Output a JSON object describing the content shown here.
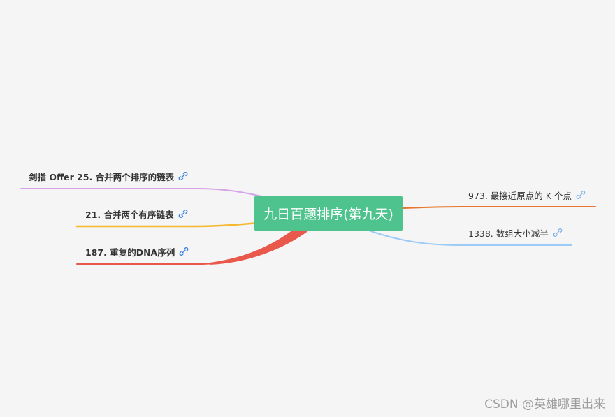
{
  "root": {
    "label": "九日百题排序(第九天)",
    "color": "#4fc38d"
  },
  "branches": {
    "left": [
      {
        "label": "剑指 Offer 25. 合并两个排序的链表",
        "color": "#d6a2e8",
        "icon": "link-icon"
      },
      {
        "label": "21. 合并两个有序链表",
        "color": "#f5b82e",
        "icon": "link-icon"
      },
      {
        "label": "187. 重复的DNA序列",
        "color": "#e8594b",
        "icon": "link-icon"
      }
    ],
    "right": [
      {
        "label": "973. 最接近原点的 K 个点",
        "color": "#e8762c",
        "icon": "link-icon"
      },
      {
        "label": "1338. 数组大小减半",
        "color": "#9ccbf7",
        "icon": "link-icon"
      }
    ]
  },
  "watermark": "CSDN @英雄哪里出来"
}
